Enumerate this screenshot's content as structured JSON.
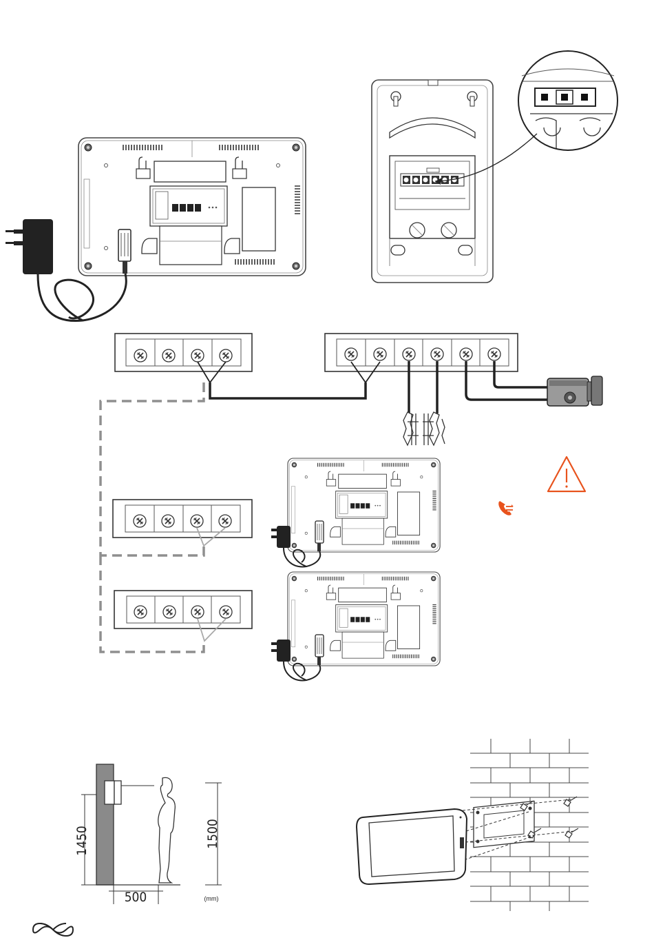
{
  "colors": {
    "line": "#3a3a3a",
    "dark": "#222222",
    "dashed": "#8f8f8f",
    "warning": "#e8531d",
    "wall": "#8a8a8a"
  },
  "terminal_blocks": {
    "main_monitor_terminals": 4,
    "door_station_terminals": 6,
    "extension_monitor_1_terminals": 4,
    "extension_monitor_2_terminals": 4
  },
  "icons": {
    "warning": "warning-triangle-icon",
    "phone": "phone-transfer-icon",
    "logo": "brand-logo-icon"
  },
  "dimensions": {
    "mount_height_label": "1450",
    "eye_height_label": "1500",
    "distance_label": "500",
    "unit_label": "(mm)"
  }
}
